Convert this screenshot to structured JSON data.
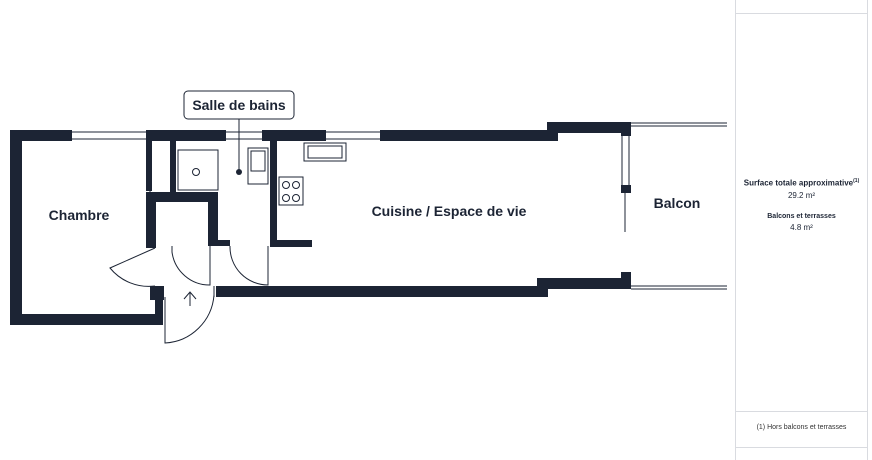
{
  "rooms": {
    "chambre": "Chambre",
    "salle_de_bains": "Salle de bains",
    "cuisine": "Cuisine / Espace de vie",
    "balcon": "Balcon"
  },
  "summary": {
    "total_label": "Surface totale approximative",
    "total_sup": "(1)",
    "total_value": "29.2 m²",
    "balcony_label": "Balcons et terrasses",
    "balcony_value": "4.8 m²",
    "footnote": "(1) Hors balcons et terrasses"
  },
  "colors": {
    "wall": "#1c2434",
    "border": "#d9dbe0",
    "background": "#ffffff"
  }
}
